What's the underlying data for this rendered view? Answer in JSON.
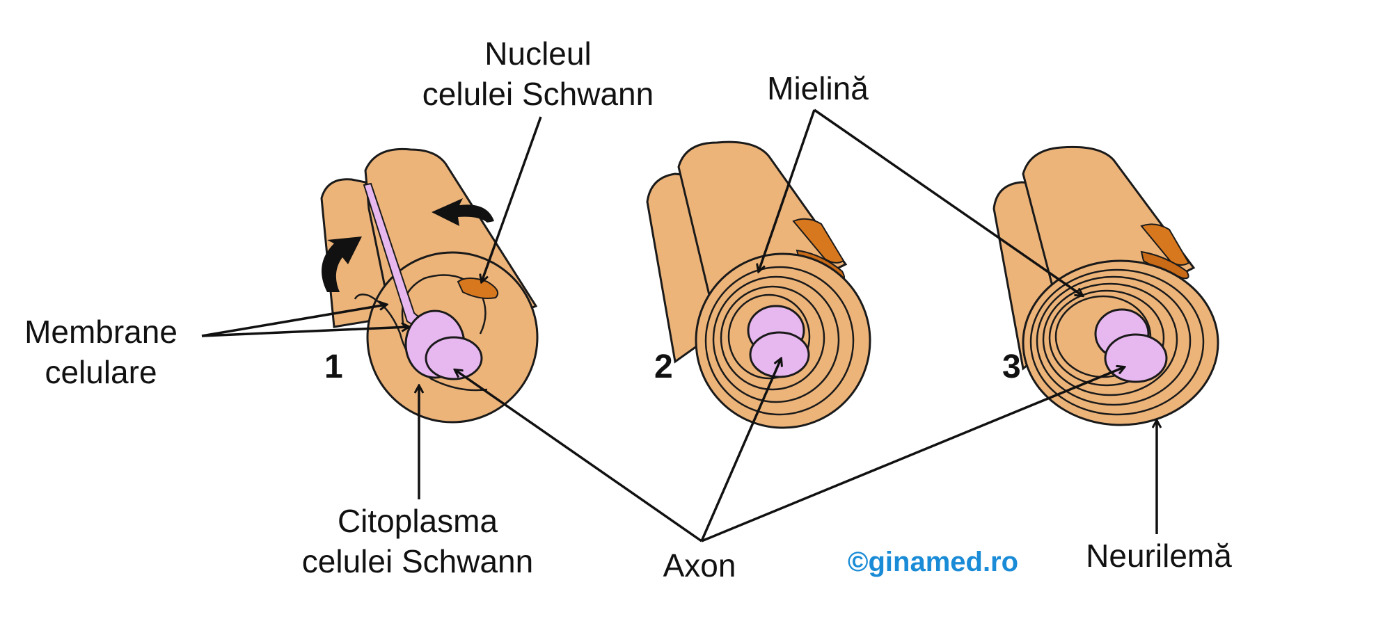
{
  "labels": {
    "nucleul": [
      "Nucleul",
      "celulei Schwann"
    ],
    "mielina": "Mielină",
    "membrane": [
      "Membrane",
      "celulare"
    ],
    "citoplasma": [
      "Citoplasma",
      "celulei Schwann"
    ],
    "axon": "Axon",
    "neurilema": "Neurilemă"
  },
  "stages": [
    "1",
    "2",
    "3"
  ],
  "credit": "©ginamed.ro",
  "colors": {
    "schwann_cell": "#edb47a",
    "axon": "#e7b7ef",
    "nucleus": "#d8781e",
    "outline": "#1a1a1a",
    "credit": "#1a8bd6"
  }
}
